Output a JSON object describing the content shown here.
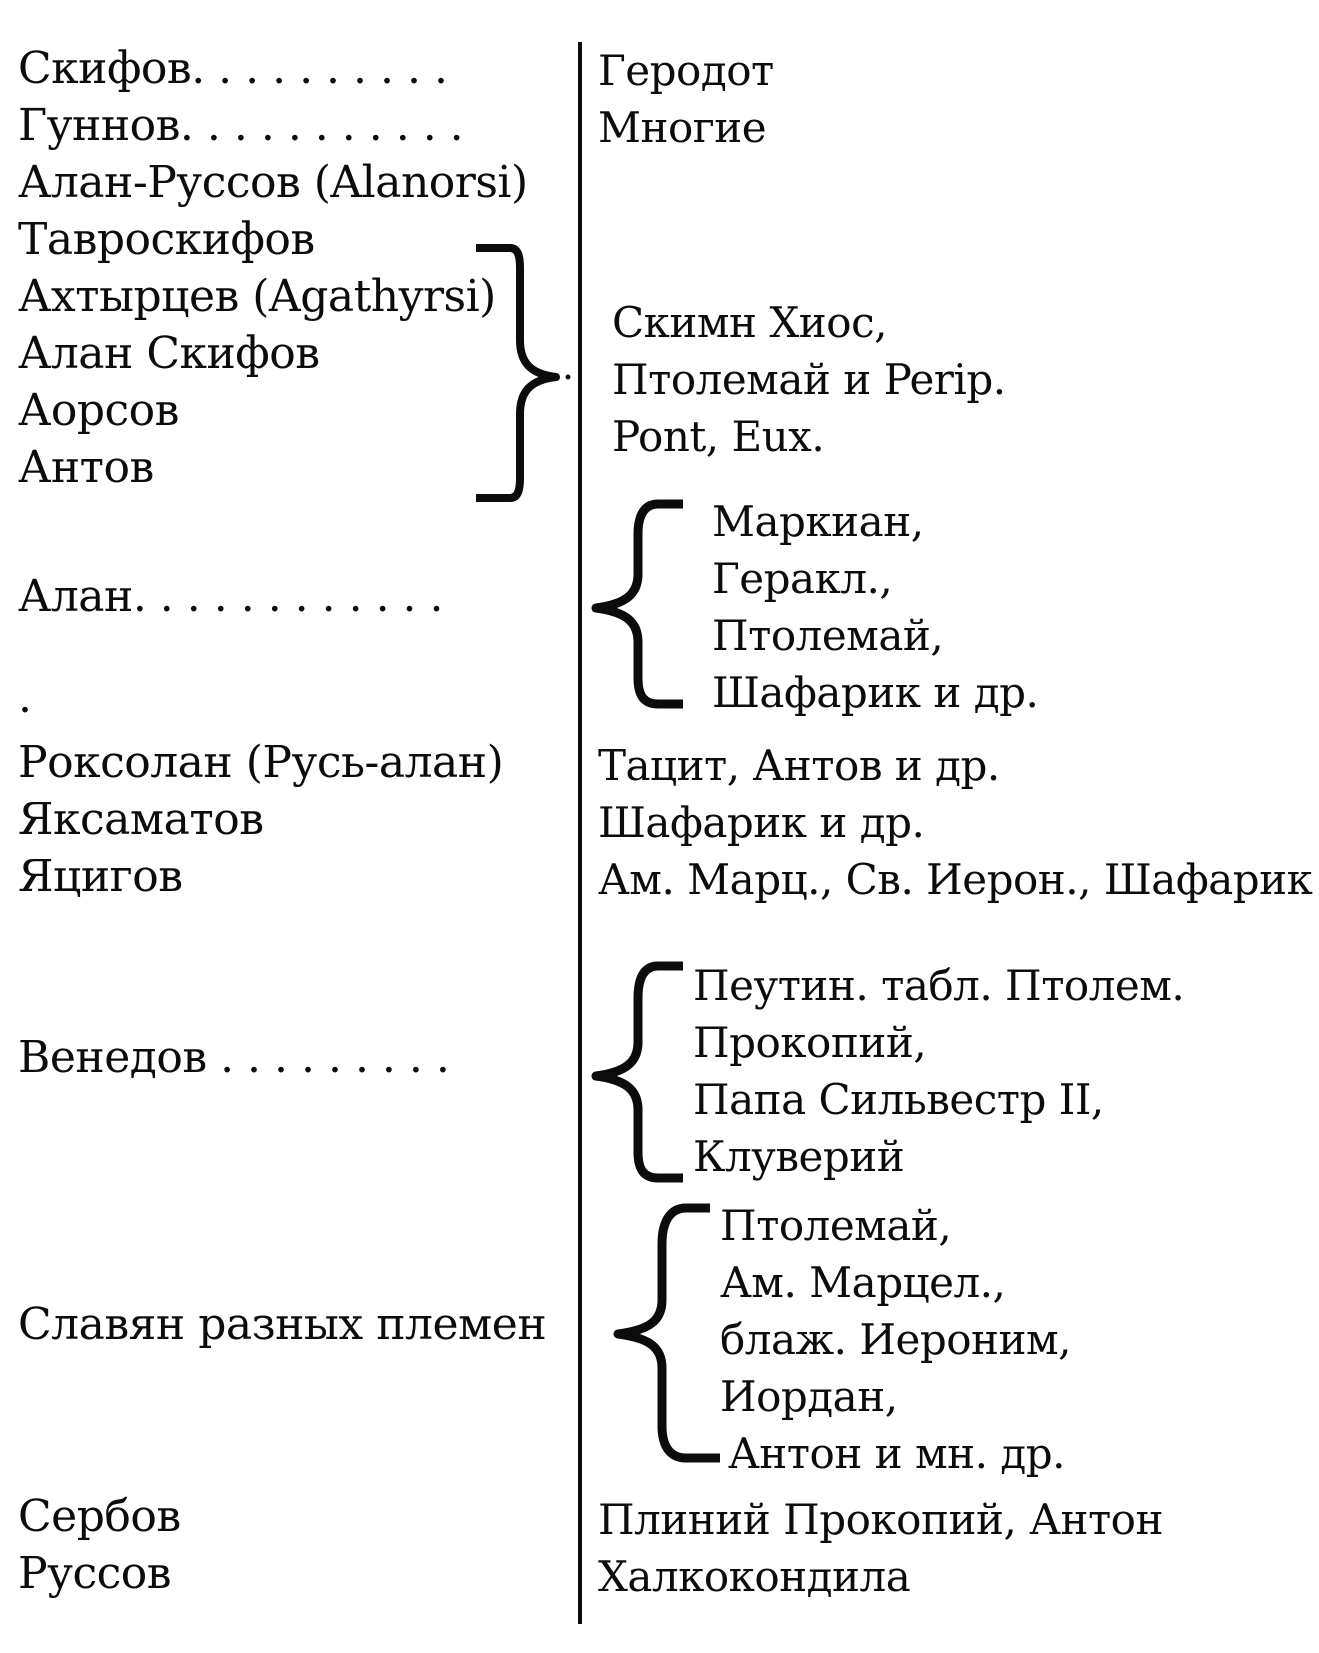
{
  "peoples": [
    "Скифов. . . . . . . . . .",
    "Гуннов. . . . . . . . . . .",
    "Алан-Руссов (Alanorsi)",
    "Тавроскифов",
    "Ахтырцев (Agathyrsi)",
    "Алан Скифов",
    "Аорсов",
    "Антов",
    "Алан. . . . . . . . . . . .",
    ".",
    "Роксолан (Русь-алан)",
    "Яксаматов",
    "Яцигов",
    "Венедов  . . . . . . . . .",
    "Славян разных племен",
    "Сербов",
    "Руссов"
  ],
  "sources": [
    "Геродот",
    "Многие",
    "Скимн Хиос,",
    "Птолемай и Perip.",
    "Pont,  Eux.",
    "Маркиан,",
    "Геракл.,",
    "Птолемай,",
    "Шафарик и др.",
    "Тацит, Антов и др.",
    "Шафарик и др.",
    "Ам. Марц., Св. Иерон., Шафарик",
    "Пеутин. табл. Птолем.",
    "Прокопий,",
    "Папа Сильвестр II,",
    "Клуверий",
    "Птолемай,",
    "Ам. Марцел.,",
    "блаж. Иероним,",
    "Иордан,",
    "Антон и мн. др.",
    "Плиний Прокопий, Антон",
    "Халкокондила"
  ]
}
